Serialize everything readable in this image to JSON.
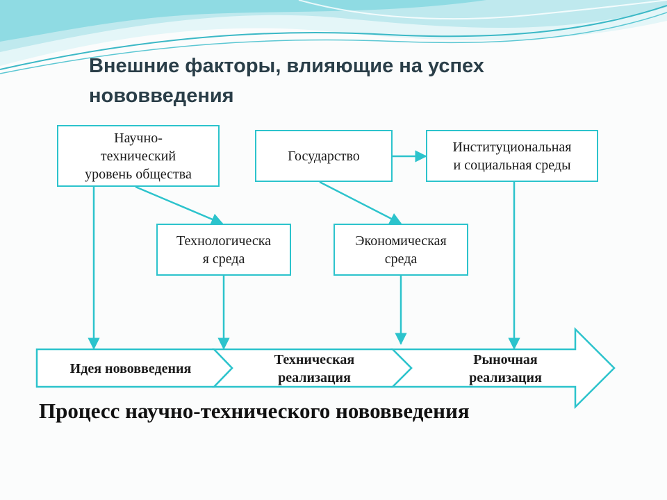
{
  "slide": {
    "title": "Внешние факторы, влияющие на успех нововведения",
    "caption": "Процесс научно-технического нововведения"
  },
  "factors": {
    "scitech_level": "Научно-\nтехнический\nуровень общества",
    "state": "Государство",
    "institutional": "Институциональная\nи социальная среды",
    "technological": "Технологическа\nя среда",
    "economic": "Экономическая\nсреда"
  },
  "process": {
    "idea": "Идея нововведения",
    "technical": "Техническая\nреализация",
    "market": "Рыночная\nреализация"
  },
  "colors": {
    "accent": "#2cc3cc",
    "title": "#2a3e48",
    "wave": "#7fd6de"
  }
}
